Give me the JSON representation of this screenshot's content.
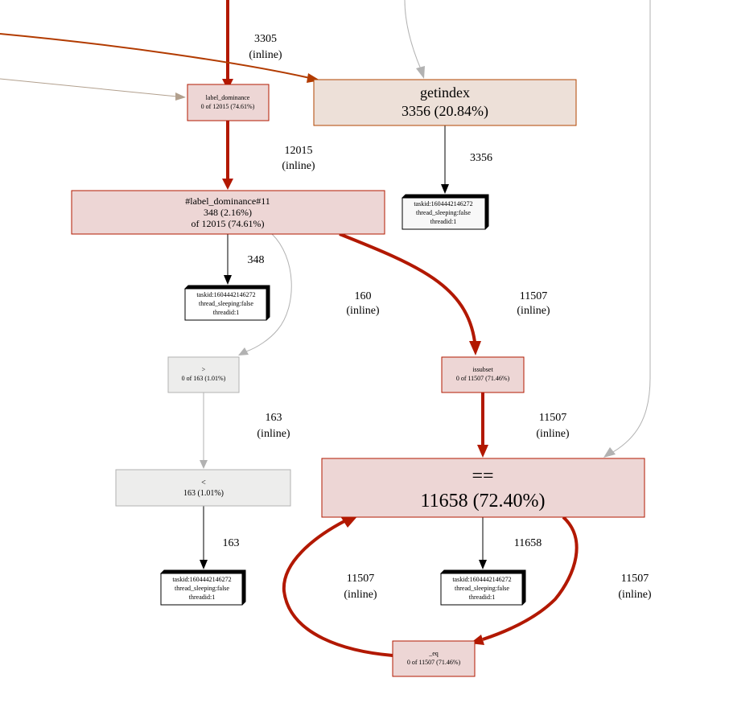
{
  "colors": {
    "hot_edge": "#b21800",
    "orange_edge": "#b23b00",
    "warm_grey_edge": "#b2a08e",
    "grey_edge": "#b2b2b2",
    "black_edge": "#000000",
    "hot_fill": "#edd6d5",
    "hot_stroke": "#b21800",
    "orange_fill": "#ede0d8",
    "orange_stroke": "#b24400",
    "grey_fill": "#ededec",
    "grey_stroke": "#b2b2b2"
  },
  "nodes": {
    "label_dominance": {
      "lines": [
        "label_dominance",
        "0 of 12015 (74.61%)"
      ]
    },
    "getindex": {
      "lines": [
        "getindex",
        "3356 (20.84%)"
      ]
    },
    "label_dominance_11": {
      "lines": [
        "#label_dominance#11",
        "348 (2.16%)",
        "of 12015 (74.61%)"
      ]
    },
    "issubset": {
      "lines": [
        "issubset",
        "0 of 11507 (71.46%)"
      ]
    },
    "gt": {
      "lines": [
        ">",
        "0 of 163 (1.01%)"
      ]
    },
    "lt": {
      "lines": [
        "<",
        "163 (1.01%)"
      ]
    },
    "eqeq": {
      "lines": [
        "==",
        "11658 (72.40%)"
      ]
    },
    "eq_fn": {
      "lines": [
        "_eq",
        "0 of 11507 (71.46%)"
      ]
    },
    "tag_getindex": {
      "lines": [
        "taskid:1604442146272",
        "thread_sleeping:false",
        "threadid:1"
      ]
    },
    "tag_label11": {
      "lines": [
        "taskid:1604442146272",
        "thread_sleeping:false",
        "threadid:1"
      ]
    },
    "tag_lt": {
      "lines": [
        "taskid:1604442146272",
        "thread_sleeping:false",
        "threadid:1"
      ]
    },
    "tag_eqeq": {
      "lines": [
        "taskid:1604442146272",
        "thread_sleeping:false",
        "threadid:1"
      ]
    }
  },
  "edges": {
    "to_getindex": [
      "3305",
      "(inline)"
    ],
    "label_to_label11": [
      "12015",
      "(inline)"
    ],
    "getindex_to_tag": [
      "3356"
    ],
    "label11_to_tag": [
      "348"
    ],
    "label11_to_gt": [
      "160",
      "(inline)"
    ],
    "label11_to_issubset": [
      "11507",
      "(inline)"
    ],
    "issubset_to_eqeq": [
      "11507",
      "(inline)"
    ],
    "gt_to_lt": [
      "163",
      "(inline)"
    ],
    "lt_to_tag": [
      "163"
    ],
    "eqeq_to_tag": [
      "11658"
    ],
    "eq_to_eqeq": [
      "11507",
      "(inline)"
    ],
    "eqeq_to_eq": [
      "11507",
      "(inline)"
    ]
  }
}
